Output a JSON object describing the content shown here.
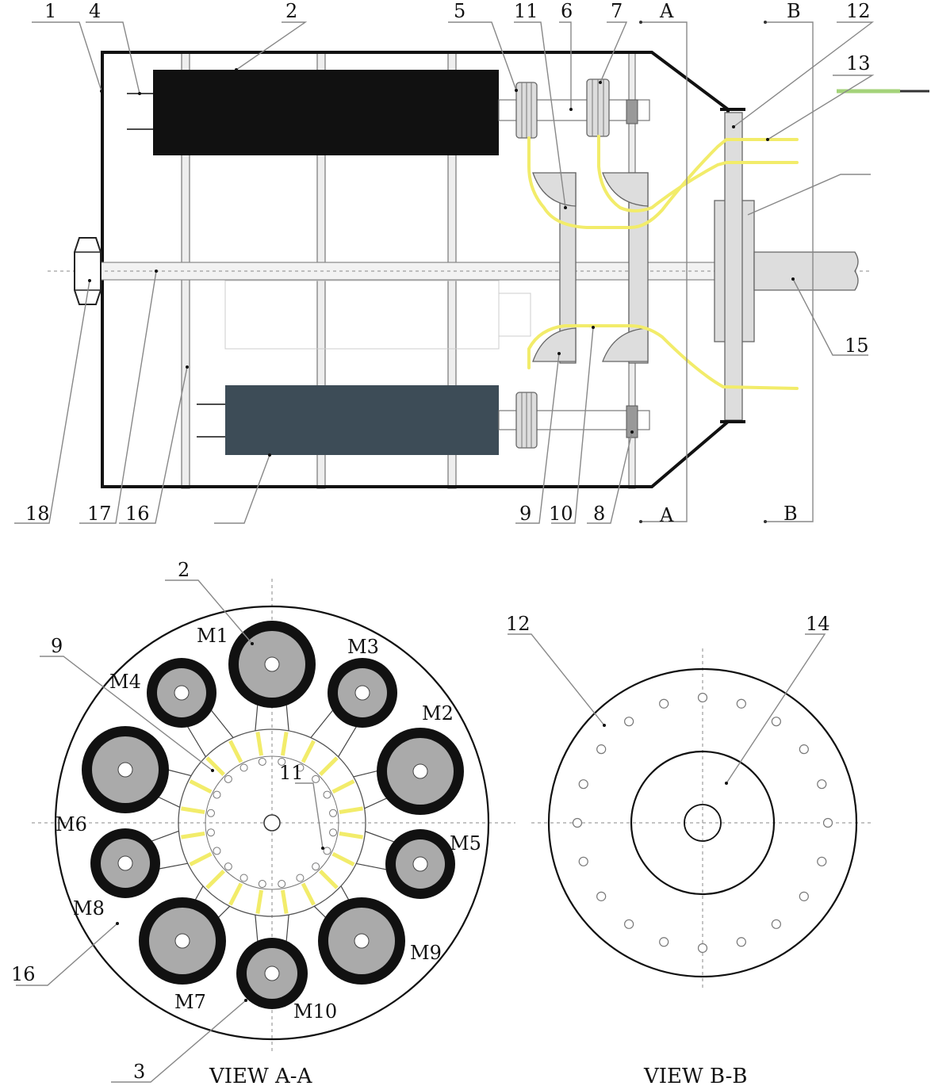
{
  "callouts": {
    "n1": "1",
    "n2": "2",
    "n4": "4",
    "n5": "5",
    "n6": "6",
    "n7": "7",
    "n8": "8",
    "n9": "9",
    "n10": "10",
    "n11": "11",
    "n12": "12",
    "n13": "13",
    "n15": "15",
    "n16": "16",
    "n17": "17",
    "n18": "18",
    "secA": "A",
    "secB": "B"
  },
  "view_a": {
    "title": "VIEW A-A",
    "n2": "2",
    "n3": "3",
    "n9": "9",
    "n11": "11",
    "n16": "16",
    "motors": [
      "M1",
      "M2",
      "M3",
      "M4",
      "M5",
      "M6",
      "M7",
      "M8",
      "M9",
      "M10"
    ]
  },
  "view_b": {
    "title": "VIEW B-B",
    "n12": "12",
    "n14": "14"
  },
  "colors": {
    "fiber": "#f2ec6a",
    "motor_black": "#111111",
    "motor_slate": "#3d4c57",
    "hub_grey": "#aaaaaa",
    "fiber_tip_green": "#a4d37a"
  }
}
